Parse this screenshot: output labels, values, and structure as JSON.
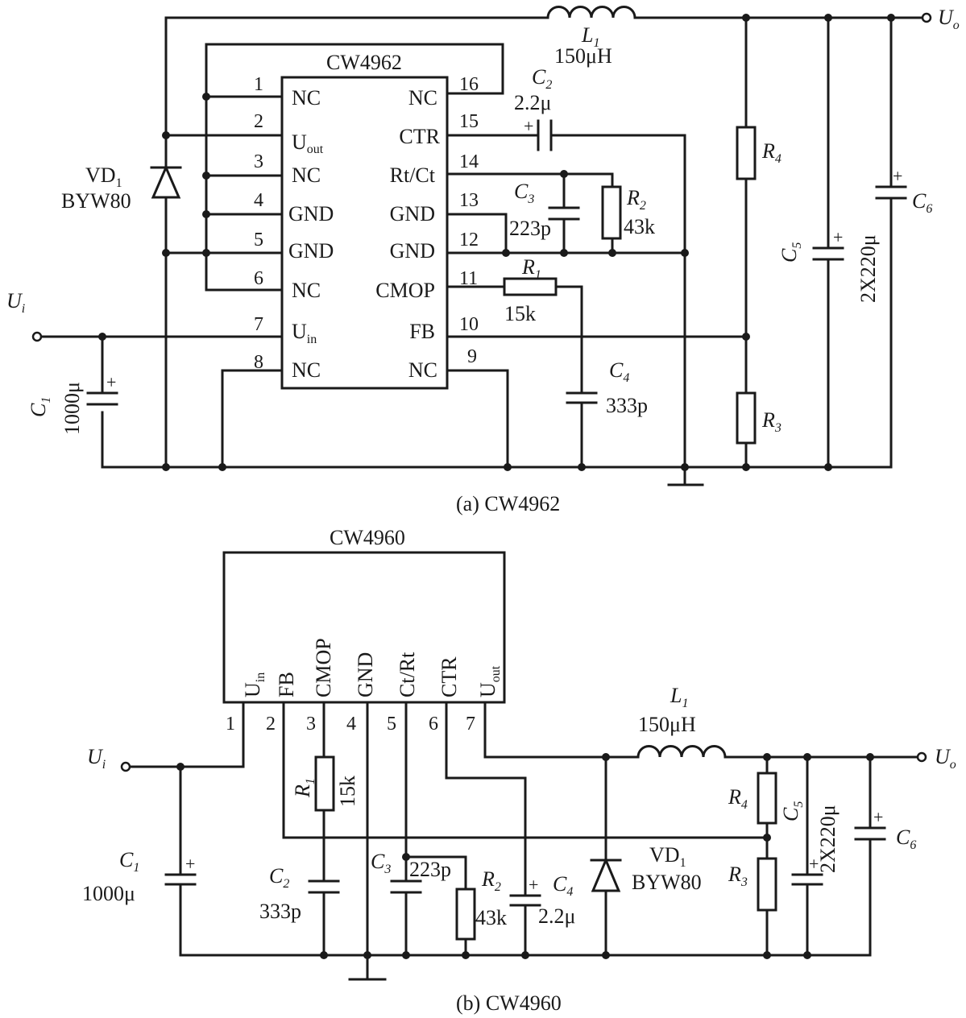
{
  "a": {
    "chip": "CW4962",
    "caption": "(a)  CW4962",
    "pins": [
      {
        "n": "1",
        "label": "NC"
      },
      {
        "n": "2",
        "label": "U",
        "sub": "out"
      },
      {
        "n": "3",
        "label": "NC"
      },
      {
        "n": "4",
        "label": "GND"
      },
      {
        "n": "5",
        "label": "GND"
      },
      {
        "n": "6",
        "label": "NC"
      },
      {
        "n": "7",
        "label": "U",
        "sub": "in"
      },
      {
        "n": "8",
        "label": "NC"
      },
      {
        "n": "9",
        "label": "NC"
      },
      {
        "n": "10",
        "label": "FB"
      },
      {
        "n": "11",
        "label": "CMOP"
      },
      {
        "n": "12",
        "label": "GND"
      },
      {
        "n": "13",
        "label": "GND"
      },
      {
        "n": "14",
        "label": "Rt/Ct"
      },
      {
        "n": "15",
        "label": "CTR"
      },
      {
        "n": "16",
        "label": "NC"
      }
    ],
    "L1": {
      "ref": "L",
      "sub": "1",
      "value": "150μH"
    },
    "C2": {
      "ref": "C",
      "sub": "2",
      "value": "2.2μ"
    },
    "C3": {
      "ref": "C",
      "sub": "3",
      "value": "223p"
    },
    "R2": {
      "ref": "R",
      "sub": "2",
      "value": "43k"
    },
    "R1": {
      "ref": "R",
      "sub": "1",
      "value": "15k"
    },
    "C4": {
      "ref": "C",
      "sub": "4",
      "value": "333p"
    },
    "R4": {
      "ref": "R",
      "sub": "4"
    },
    "R3": {
      "ref": "R",
      "sub": "3"
    },
    "C5": {
      "ref": "C",
      "sub": "5"
    },
    "C6": {
      "ref": "C",
      "sub": "6"
    },
    "C56_value": "2X220μ",
    "C1": {
      "ref": "C",
      "sub": "1",
      "value": "1000μ"
    },
    "VD1": {
      "ref": "VD",
      "sub": "1",
      "value": "BYW80"
    },
    "Ui": {
      "ref": "U",
      "sub": "i"
    },
    "Uo": {
      "ref": "U",
      "sub": "o"
    }
  },
  "b": {
    "chip": "CW4960",
    "caption": "(b)  CW4960",
    "pins": [
      {
        "n": "1",
        "label": "U",
        "sub": "in"
      },
      {
        "n": "2",
        "label": "FB"
      },
      {
        "n": "3",
        "label": "CMOP"
      },
      {
        "n": "4",
        "label": "GND"
      },
      {
        "n": "5",
        "label": "Ct/Rt"
      },
      {
        "n": "6",
        "label": "CTR"
      },
      {
        "n": "7",
        "label": "U",
        "sub": "out"
      }
    ],
    "L1": {
      "ref": "L",
      "sub": "1",
      "value": "150μH"
    },
    "R1": {
      "ref": "R",
      "sub": "1",
      "value": "15k"
    },
    "C2": {
      "ref": "C",
      "sub": "2",
      "value": "333p"
    },
    "C3": {
      "ref": "C",
      "sub": "3",
      "value": "223p"
    },
    "R2": {
      "ref": "R",
      "sub": "2",
      "value": "43k"
    },
    "C4": {
      "ref": "C",
      "sub": "4",
      "value": "2.2μ"
    },
    "C1": {
      "ref": "C",
      "sub": "1",
      "value": "1000μ"
    },
    "VD1": {
      "ref": "VD",
      "sub": "1",
      "value": "BYW80"
    },
    "R4": {
      "ref": "R",
      "sub": "4"
    },
    "R3": {
      "ref": "R",
      "sub": "3"
    },
    "C5": {
      "ref": "C",
      "sub": "5"
    },
    "C6": {
      "ref": "C",
      "sub": "6"
    },
    "C56_value": "2X220μ",
    "Ui": {
      "ref": "U",
      "sub": "i"
    },
    "Uo": {
      "ref": "U",
      "sub": "o"
    }
  },
  "plus": "+"
}
